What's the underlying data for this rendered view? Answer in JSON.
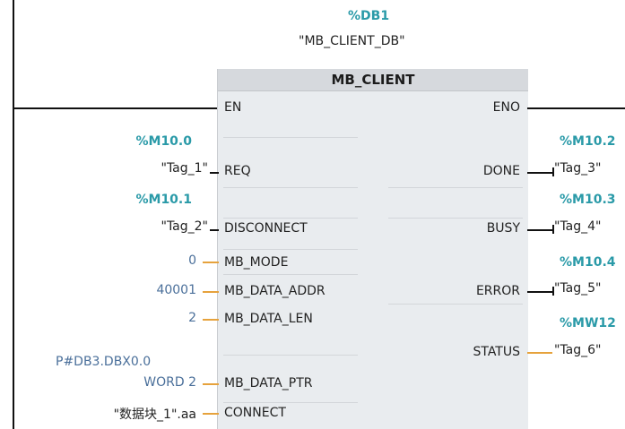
{
  "db": {
    "address": "%DB1",
    "symbol": "\"MB_CLIENT_DB\""
  },
  "block": {
    "title": "MB_CLIENT"
  },
  "pins": {
    "en": "EN",
    "eno": "ENO",
    "req": "REQ",
    "disconnect": "DISCONNECT",
    "mb_mode": "MB_MODE",
    "mb_data_addr": "MB_DATA_ADDR",
    "mb_data_len": "MB_DATA_LEN",
    "mb_data_ptr": "MB_DATA_PTR",
    "connect": "CONNECT",
    "done": "DONE",
    "busy": "BUSY",
    "error": "ERROR",
    "status": "STATUS"
  },
  "inputs": {
    "req": {
      "address": "%M10.0",
      "symbol": "\"Tag_1\""
    },
    "disconnect": {
      "address": "%M10.1",
      "symbol": "\"Tag_2\""
    },
    "mb_mode": {
      "value": "0"
    },
    "mb_data_addr": {
      "value": "40001"
    },
    "mb_data_len": {
      "value": "2"
    },
    "mb_data_ptr": {
      "line1": "P#DB3.DBX0.0",
      "line2": "WORD 2"
    },
    "connect": {
      "symbol": "\"数据块_1\".aa"
    }
  },
  "outputs": {
    "done": {
      "address": "%M10.2",
      "symbol": "\"Tag_3\""
    },
    "busy": {
      "address": "%M10.3",
      "symbol": "\"Tag_4\""
    },
    "error": {
      "address": "%M10.4",
      "symbol": "\"Tag_5\""
    },
    "status": {
      "address": "%MW12",
      "symbol": "\"Tag_6\""
    }
  },
  "colors": {
    "address": "#2a9aa8",
    "constant": "#4a6f9a",
    "block_body": "#e9ecef",
    "block_header": "#d6d9dd",
    "wire_bool": "#111111",
    "wire_value": "#e6a23c"
  }
}
